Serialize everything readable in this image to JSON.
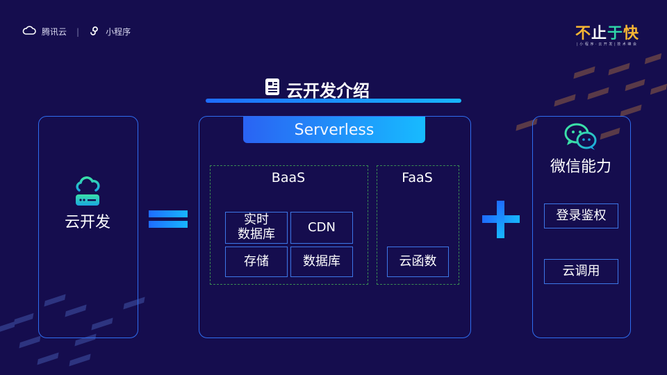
{
  "header": {
    "tencent_cloud": "腾讯云",
    "separator": "|",
    "mini_program": "小程序",
    "logo_chars": [
      "不",
      "止",
      "于",
      "快"
    ],
    "logo_tagline": "| 小 程 序 · 云 开 发 | 技 术 峰 会"
  },
  "title": "云开发介绍",
  "left": {
    "label": "云开发"
  },
  "middle": {
    "serverless": "Serverless",
    "baas": {
      "label": "BaaS",
      "cells": [
        "实时\n数据库",
        "CDN",
        "存储",
        "数据库"
      ]
    },
    "faas": {
      "label": "FaaS",
      "cells": [
        "云函数"
      ]
    }
  },
  "right": {
    "label": "微信能力",
    "cells": [
      "登录鉴权",
      "云调用"
    ]
  },
  "colors": {
    "background": "#150d4e",
    "accent_blue": "#2a63f3",
    "accent_cyan": "#17bbff",
    "dashed_border": "#3a8a52",
    "logo": [
      "#f6b533",
      "#ffffff",
      "#2fd7a8",
      "#f6b533"
    ]
  },
  "icons": [
    "cloud-server-icon",
    "wechat-chat-icon",
    "document-icon",
    "tencent-cloud-icon",
    "mini-program-icon"
  ]
}
